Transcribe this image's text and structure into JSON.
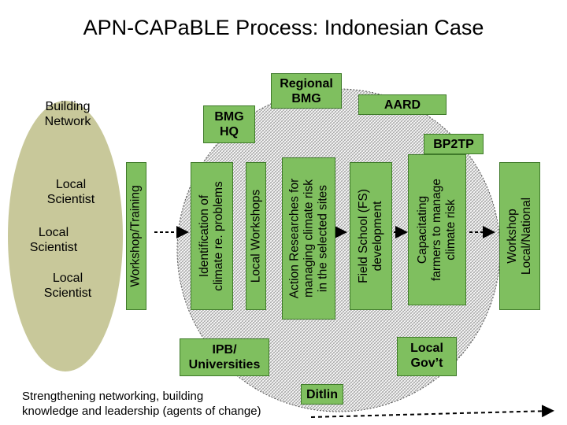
{
  "title": "APN-CAPaBLE Process: Indonesian Case",
  "building_network": "Building\nNetwork",
  "local_scientists": [
    "Local\nScientist",
    "Local\nScientist",
    "Local\nScientist"
  ],
  "columns": {
    "workshop_training": "Workshop/Training",
    "identification": "Identification of\nclimate re. problems",
    "local_workshops": "Local Workshops",
    "action_research": "Action Researches for\nmanaging climate risk\nin the selected sites",
    "field_school": "Field School (FS)\ndevelopment",
    "capacitating": "Capacitating\nfarmers to manage\nclimate risk",
    "workshop_local_national": "Workshop\nLocal/National"
  },
  "boxes": {
    "regional_bmg": "Regional\nBMG",
    "aard": "AARD",
    "bmg_hq": "BMG\nHQ",
    "bp2tp": "BP2TP",
    "ipb_universities": "IPB/\nUniversities",
    "local_govt": "Local\nGov’t",
    "ditlin": "Ditlin"
  },
  "footer": "Strengthening networking, building\nknowledge and leadership (agents of change)",
  "colors": {
    "box_green": "#7fbf5f",
    "ellipse": "#c8c89a",
    "circle_hatch": "#a0a0a0"
  }
}
